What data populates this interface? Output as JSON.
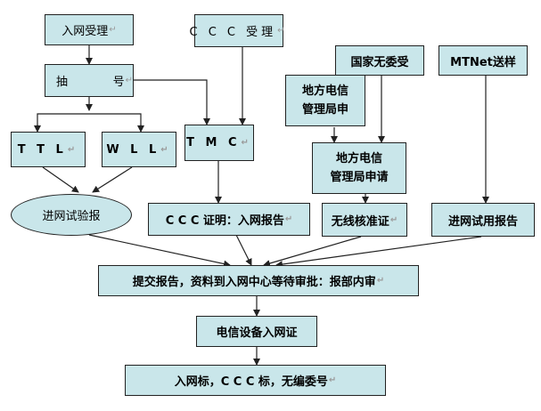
{
  "nodes": {
    "ruwang_shouli": "入网受理",
    "chou": "抽",
    "hao": "号",
    "ttl": "T T L",
    "wll": "W L L",
    "jinwang_shiyanbao": "进网试验报",
    "ccc_shouli": "C C C 受理",
    "tmc": "T M C",
    "ccc_zhengming": "C C C 证明：入网报告",
    "guojia_wuwei": "国家无委受",
    "mtnet_songyang": "MTNet送样",
    "difang_shen_line1": "地方电信",
    "difang_shen_line2": "管理局申",
    "difang_shenqing_line1": "地方电信",
    "difang_shenqing_line2": "管理局申请",
    "wuxian_hezhunzheng": "无线核准证",
    "jinwang_shiyong": "进网试用报告",
    "tijiao_baogao": "提交报告，资料到入网中心等待审批：报部内审",
    "dianxin_shebei": "电信设备入网证",
    "ruwang_biao": "入网标，C C C 标，无编委号"
  },
  "return_mark": "↵",
  "colors": {
    "box_fill": "#c9e6ea",
    "border": "#222222",
    "arrow": "#222222"
  }
}
